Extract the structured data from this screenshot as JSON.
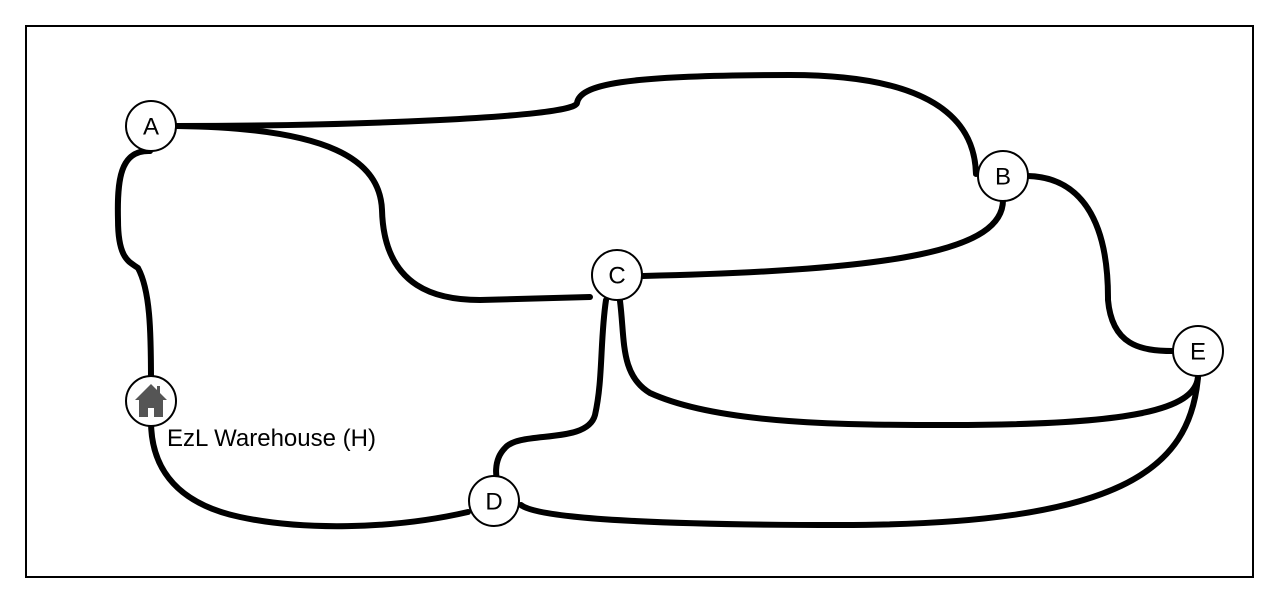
{
  "diagram": {
    "nodes": [
      {
        "id": "A",
        "label": "A"
      },
      {
        "id": "B",
        "label": "B"
      },
      {
        "id": "C",
        "label": "C"
      },
      {
        "id": "D",
        "label": "D"
      },
      {
        "id": "E",
        "label": "E"
      },
      {
        "id": "H",
        "label": "",
        "icon": "house-icon",
        "caption": "EzL Warehouse (H)"
      }
    ],
    "edges": [
      {
        "from": "A",
        "to": "B"
      },
      {
        "from": "A",
        "to": "C"
      },
      {
        "from": "A",
        "to": "H"
      },
      {
        "from": "B",
        "to": "C"
      },
      {
        "from": "B",
        "to": "E"
      },
      {
        "from": "C",
        "to": "D"
      },
      {
        "from": "C",
        "to": "E"
      },
      {
        "from": "D",
        "to": "E"
      },
      {
        "from": "D",
        "to": "H"
      }
    ],
    "colors": {
      "line": "#000000",
      "node_fill": "#ffffff",
      "house_icon": "#555555"
    }
  }
}
